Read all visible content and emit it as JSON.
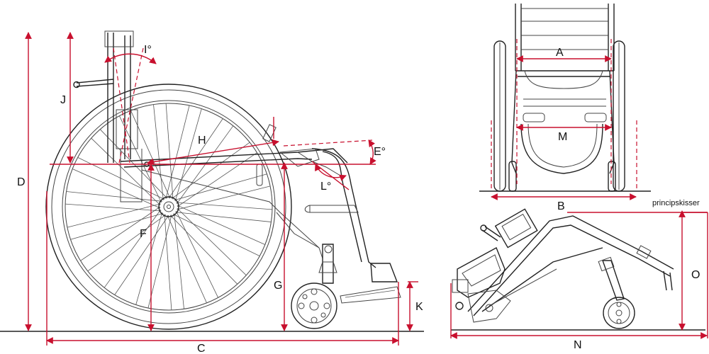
{
  "caption": "principskisser",
  "accent_color": "#c8102e",
  "views": {
    "side": {
      "labels": {
        "I": "I°",
        "J": "J",
        "H": "H",
        "E": "E°",
        "L": "L°",
        "D": "D",
        "F": "F",
        "G": "G",
        "K": "K",
        "C": "C"
      }
    },
    "front": {
      "labels": {
        "A": "A",
        "M": "M",
        "B": "B"
      }
    },
    "folded": {
      "labels": {
        "N": "N",
        "O": "O"
      }
    }
  }
}
